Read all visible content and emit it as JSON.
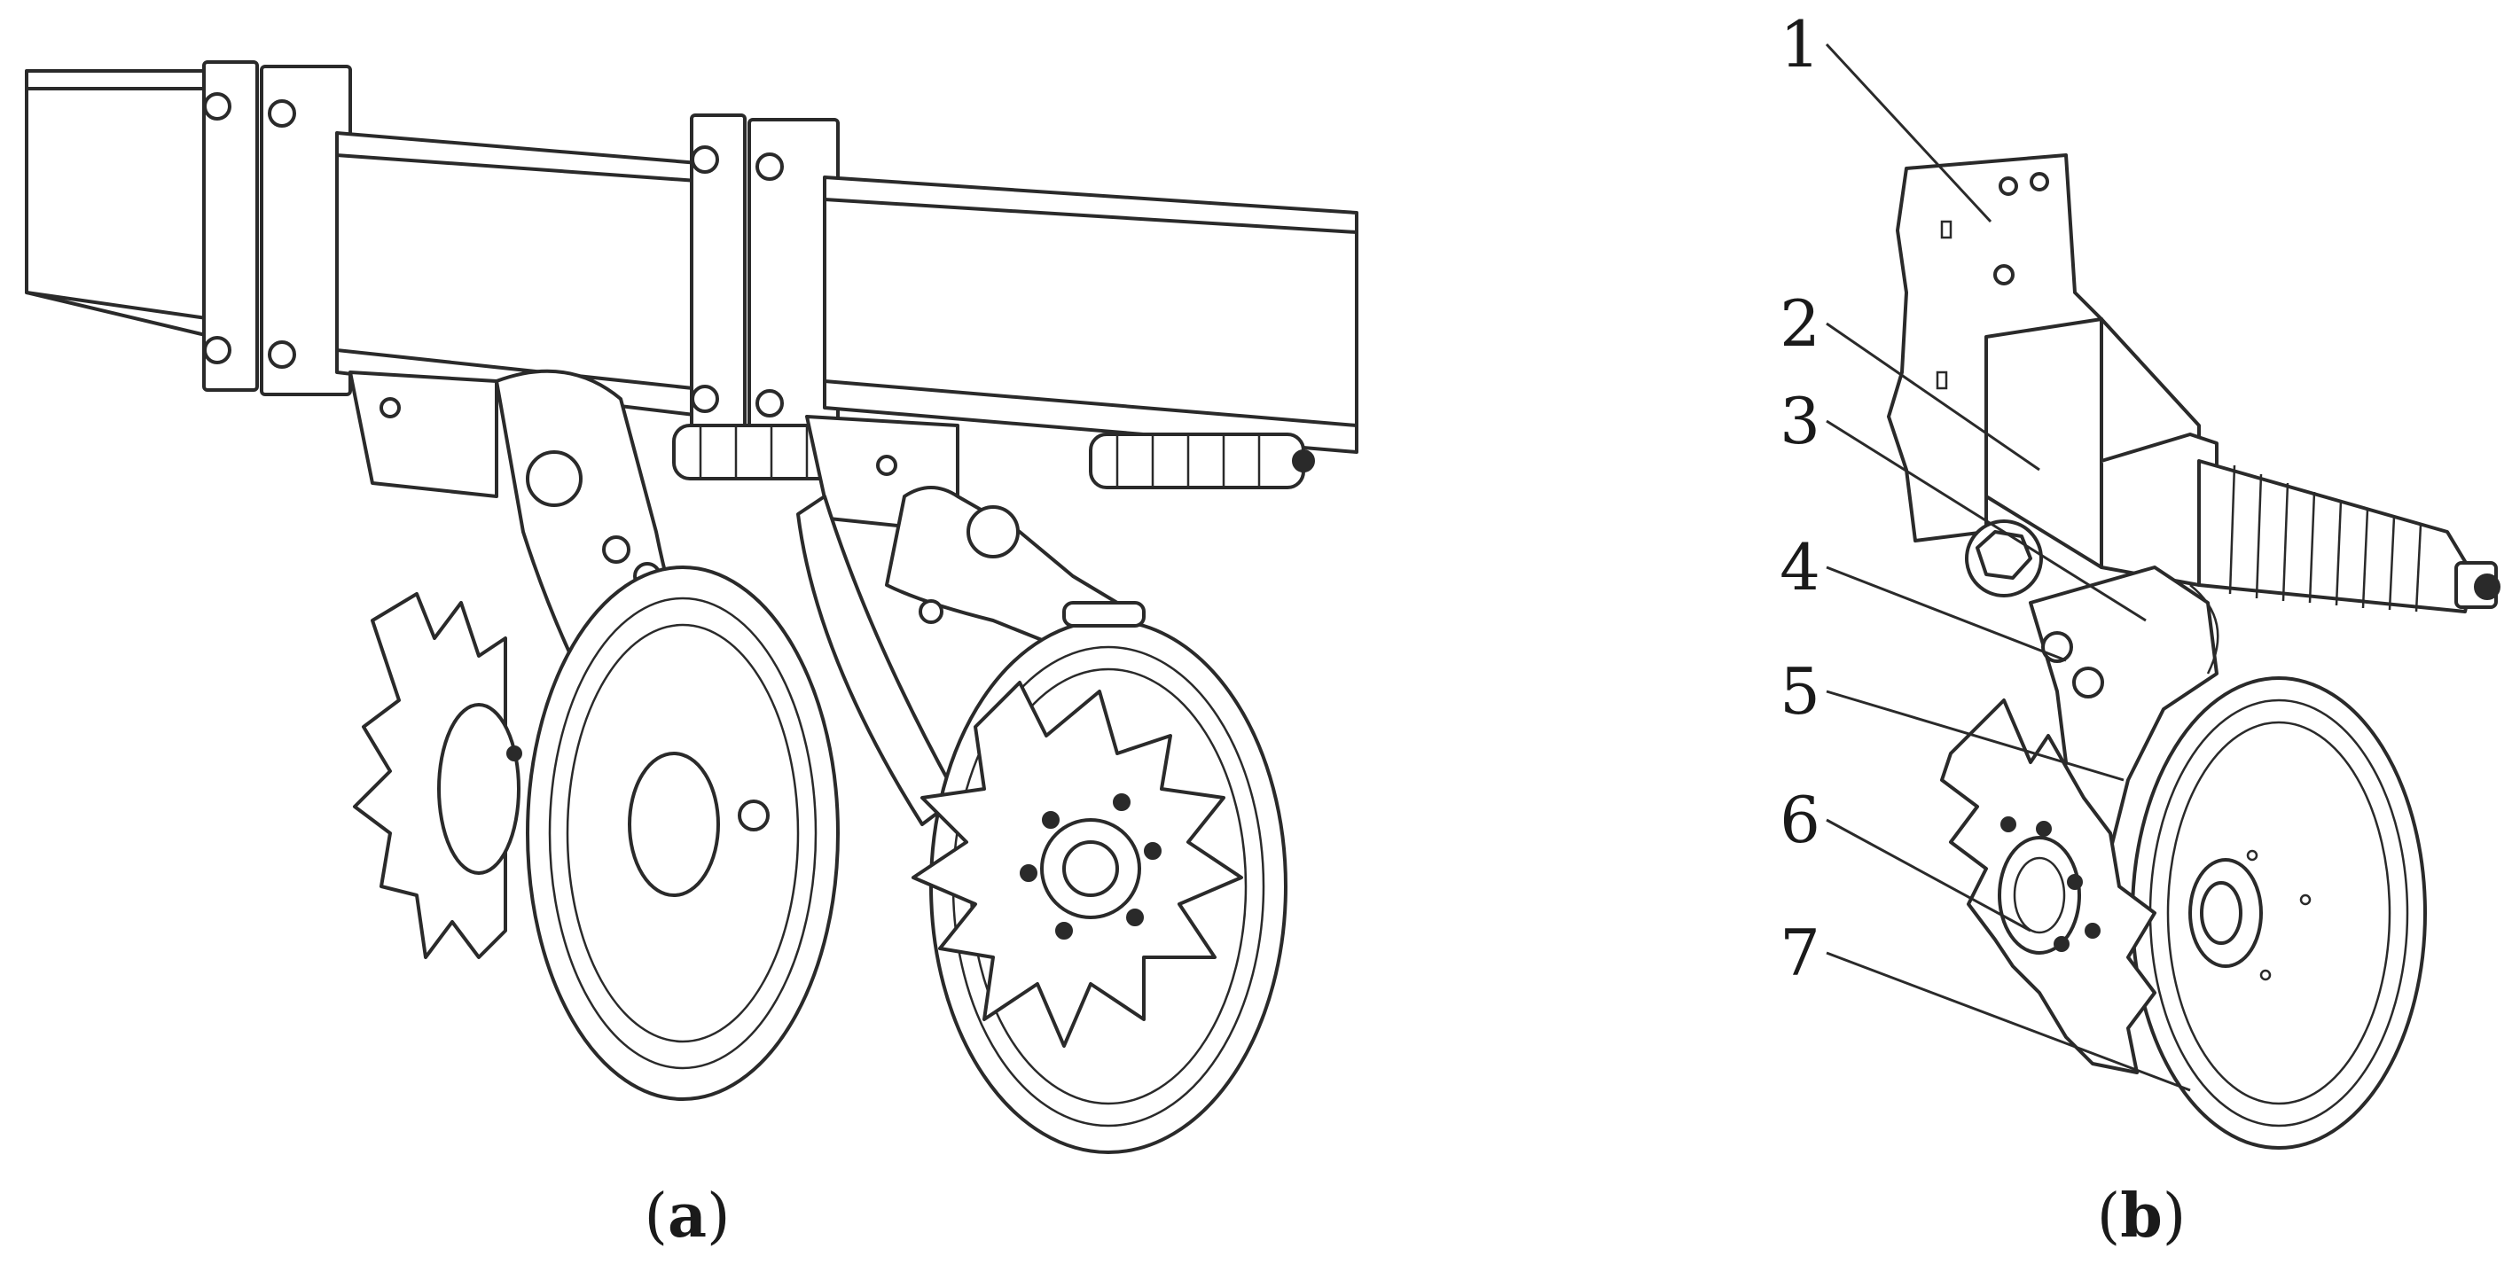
{
  "panels": [
    {
      "id": "a",
      "caption_open": "(",
      "caption_letter": "a",
      "caption_close": ")"
    },
    {
      "id": "b",
      "caption_open": "(",
      "caption_letter": "b",
      "caption_close": ")"
    }
  ],
  "callouts": [
    "1",
    "2",
    "3",
    "4",
    "5",
    "6",
    "7"
  ],
  "colors": {
    "line": "#2a2a2a",
    "background": "#ffffff"
  }
}
